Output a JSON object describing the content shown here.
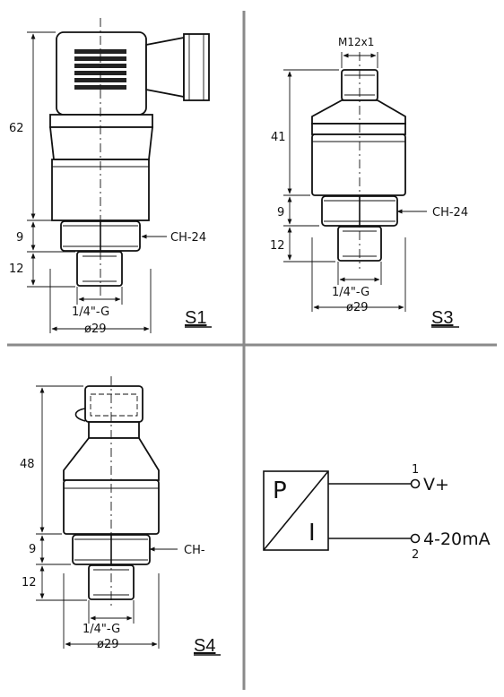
{
  "panels": {
    "s1": {
      "label": "S1",
      "dim_height": "62",
      "dim_hex_h": "9",
      "dim_thread_h": "12",
      "hex": "CH-24",
      "thread": "1/4\"-G",
      "diameter": "ø29"
    },
    "s3": {
      "label": "S3",
      "connector": "M12x1",
      "dim_height": "41",
      "dim_hex_h": "9",
      "dim_thread_h": "12",
      "hex": "CH-24",
      "thread": "1/4\"-G",
      "diameter": "ø29"
    },
    "s4": {
      "label": "S4",
      "dim_height": "48",
      "dim_hex_h": "9",
      "dim_thread_h": "12",
      "hex": "CH-",
      "thread": "1/4\"-G",
      "diameter": "ø29"
    },
    "wiring": {
      "symbol_p": "P",
      "symbol_i": "I",
      "pin1": "1",
      "pin2": "2",
      "out1": "V+",
      "out2": "4-20mA"
    }
  }
}
